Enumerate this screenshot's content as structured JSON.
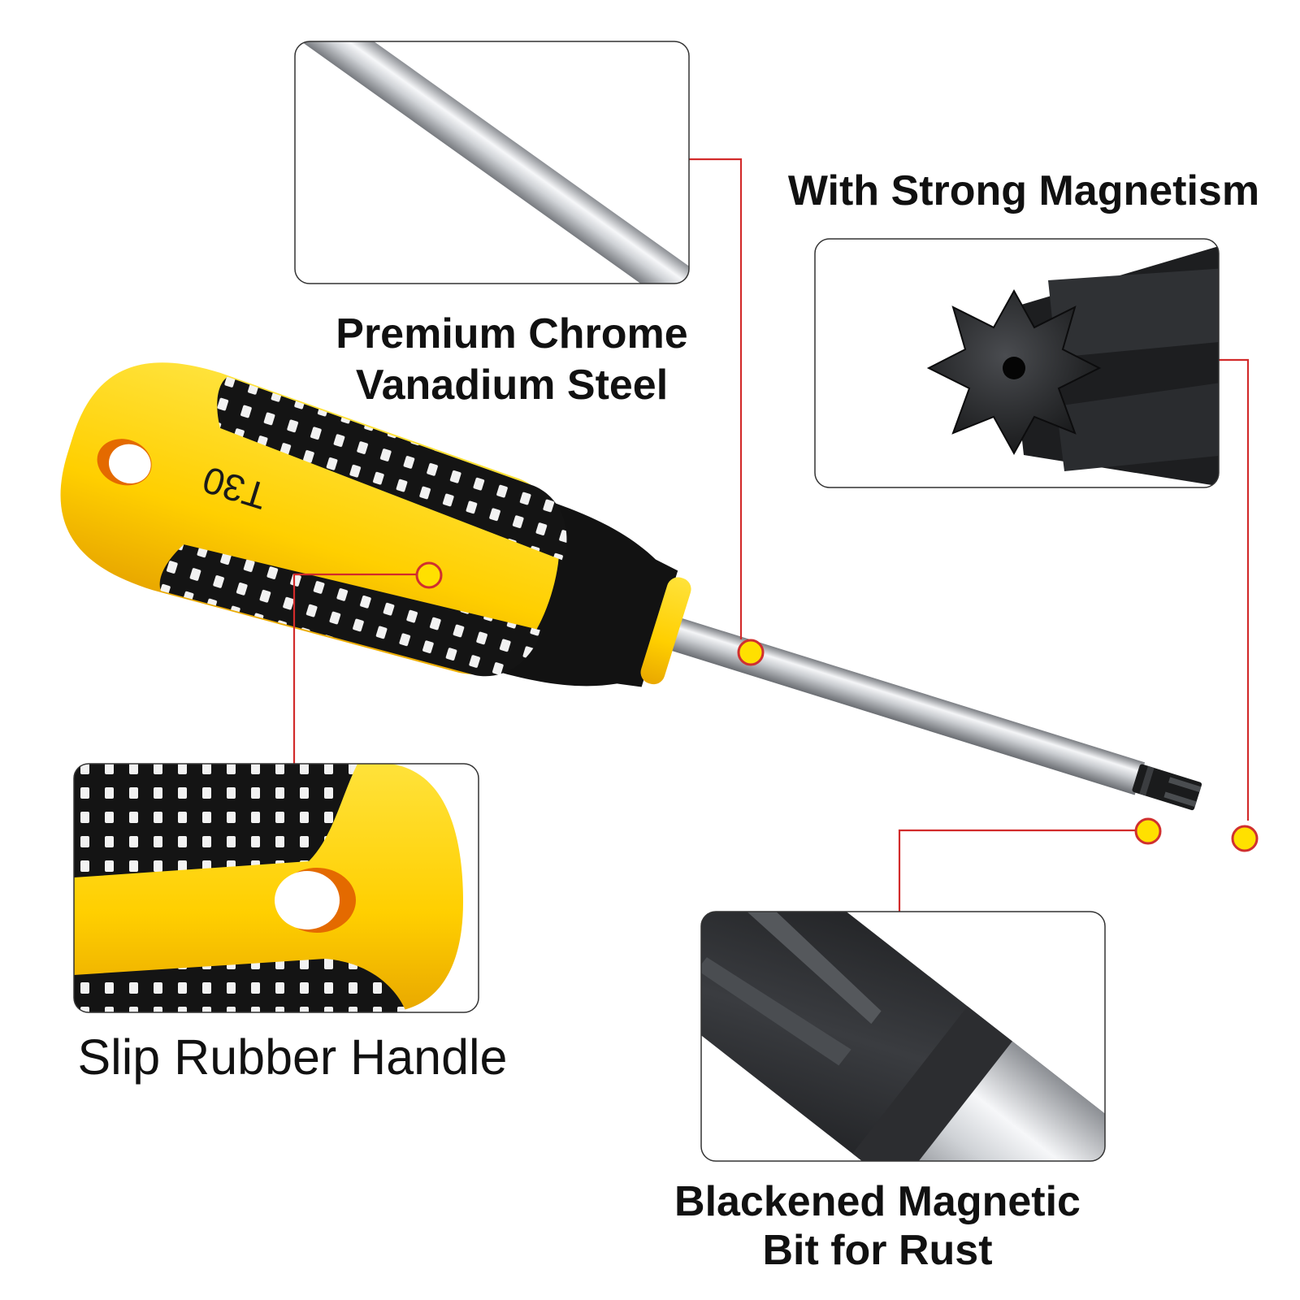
{
  "product": {
    "size_marking": "T30"
  },
  "callouts": {
    "shaft": {
      "lines": [
        "Premium Chrome",
        "Vanadium Steel"
      ]
    },
    "magnet_tip": {
      "line": "With Strong Magnetism"
    },
    "handle": {
      "line": "Slip Rubber Handle"
    },
    "bit": {
      "lines": [
        "Blackened Magnetic",
        "Bit for Rust"
      ]
    }
  },
  "colors": {
    "handle_yellow": "#FFD400",
    "handle_black": "#111111",
    "leader_line": "#D22B2B",
    "marker_dot": "#FFE000",
    "marker_ring": "#D0302F"
  }
}
